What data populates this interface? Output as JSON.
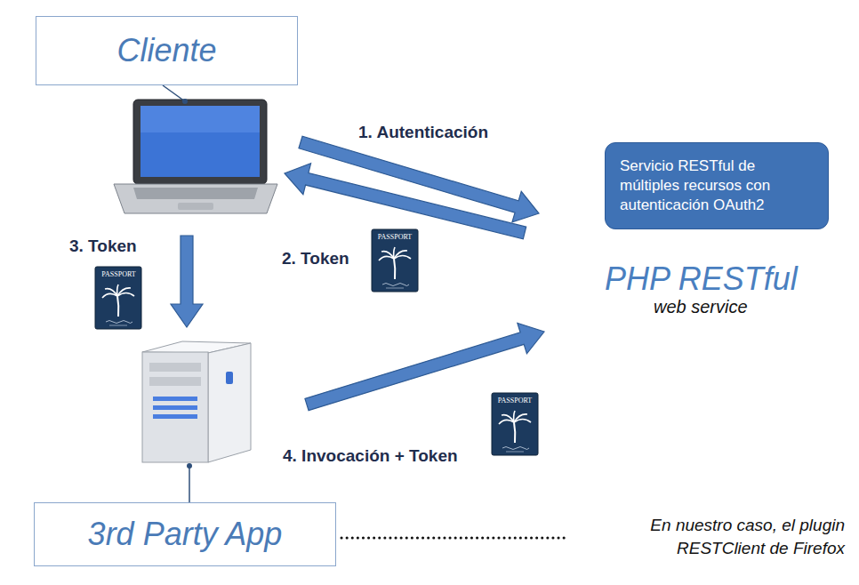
{
  "diagram": {
    "nodes": [
      {
        "text": [
          "Cliente"
        ]
      },
      {
        "text": [
          "Servicio RESTful de múltiples recursos con autenticación OAuth2"
        ]
      },
      {
        "text": [
          "3rd Party App"
        ]
      }
    ],
    "labels": [
      "1. Autenticación",
      "2. Token",
      "3. Token",
      "4. Invocación + Token",
      "PHP RESTful",
      "web service",
      "En nuestro caso, el plugin RESTClient de Firefox",
      "PASSPORT",
      "PASSPORT",
      "PASSPORT"
    ]
  }
}
